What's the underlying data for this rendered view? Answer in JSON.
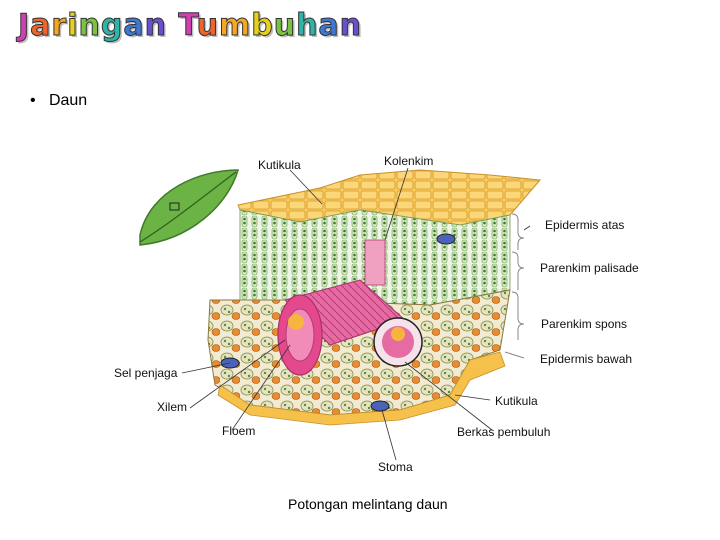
{
  "title": {
    "text": "Jaringan Tumbuhan",
    "colors": [
      "#d13fb4",
      "#f0642a",
      "#f6a623",
      "#e6d21c",
      "#7cc242",
      "#2fb5a8",
      "#3e78d6",
      "#6b4fd0"
    ]
  },
  "bullet": {
    "symbol": "•",
    "text": "Daun"
  },
  "labels": {
    "kutikula_top": "Kutikula",
    "kolenkim": "Kolenkim",
    "epidermis_atas": "Epidermis atas",
    "parenkim_palisade": "Parenkim palisade",
    "parenkim_spons": "Parenkim spons",
    "epidermis_bawah": "Epidermis bawah",
    "sel_penjaga": "Sel penjaga",
    "xilem": "Xilem",
    "kutikula_bottom": "Kutikula",
    "floem": "Floem",
    "berkas_pembuluh": "Berkas pembuluh",
    "stoma": "Stoma"
  },
  "caption": "Potongan melintang daun",
  "colors": {
    "epidermis": "#f5c14a",
    "palisade": "#4f8f3a",
    "spons": "#d9a441",
    "vascular": "#d9488b",
    "leaf": "#5fa83c"
  }
}
